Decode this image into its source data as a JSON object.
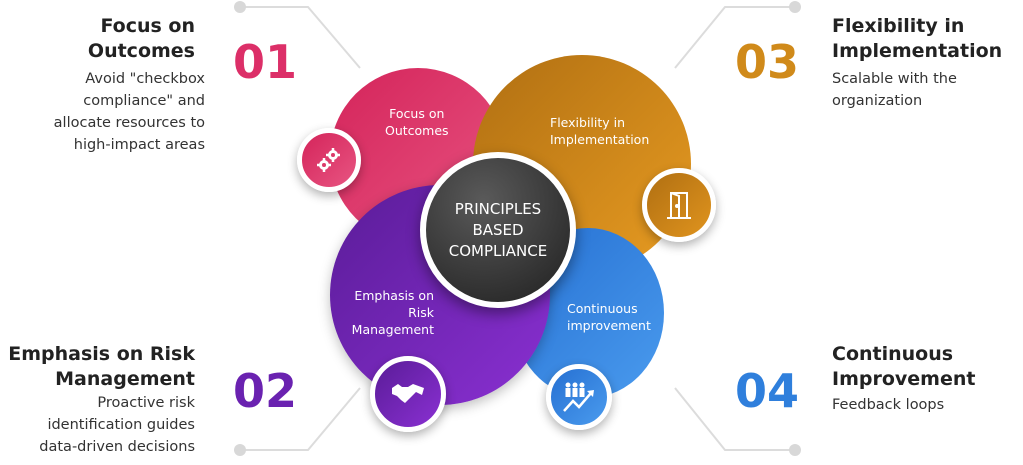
{
  "center": {
    "line1": "PRINCIPLES",
    "line2": "BASED",
    "line3": "COMPLIANCE"
  },
  "items": [
    {
      "number": "01",
      "title_l1": "Focus on",
      "title_l2": "Outcomes",
      "desc": [
        "Avoid \"checkbox",
        "compliance\" and",
        "allocate resources to",
        "high-impact areas"
      ],
      "circle_l1": "Focus on",
      "circle_l2": "Outcomes",
      "icon": "gears-icon",
      "color": "#dc2f68"
    },
    {
      "number": "02",
      "title_l1": "Emphasis on Risk",
      "title_l2": "Management",
      "desc": [
        "Proactive risk",
        "identification guides",
        "data-driven decisions"
      ],
      "circle_l1": "Emphasis on",
      "circle_l2": "Risk",
      "circle_l3": "Management",
      "icon": "handshake-icon",
      "color": "#6a22b0"
    },
    {
      "number": "03",
      "title_l1": "Flexibility in",
      "title_l2": "Implementation",
      "desc": [
        "Scalable with the",
        "organization"
      ],
      "circle_l1": "Flexibility in",
      "circle_l2": "Implementation",
      "icon": "door-icon",
      "color": "#d08a1a"
    },
    {
      "number": "04",
      "title_l1": "Continuous",
      "title_l2": "Improvement",
      "desc": [
        "Feedback loops"
      ],
      "circle_l1": "Continuous",
      "circle_l2": "improvement",
      "icon": "team-growth-icon",
      "color": "#2f7fdc"
    }
  ]
}
